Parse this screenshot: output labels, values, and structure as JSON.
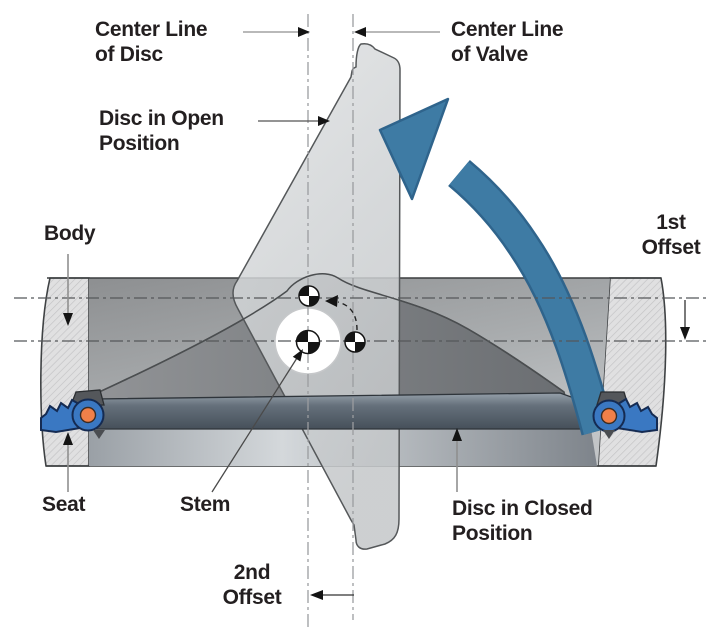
{
  "diagram": {
    "labels": {
      "center_line_of_disc": "Center Line\nof Disc",
      "center_line_of_valve": "Center Line\nof Valve",
      "disc_open": "Disc in Open\nPosition",
      "first_offset": "1st\nOffset",
      "body": "Body",
      "seat": "Seat",
      "stem": "Stem",
      "disc_closed": "Disc in Closed\nPosition",
      "second_offset": "2nd\nOffset"
    },
    "icons": {
      "rotation_arrow": "curved-rotation-arrow",
      "center_mark": "quadrant-center-mark",
      "leader_arrowhead": "triangle-arrowhead"
    },
    "colors": {
      "label_text": "#231f20",
      "rotation_arrow_blue": "#3e7ba4",
      "rotation_arrow_edge": "#2f648c",
      "seat_blue": "#3a78c2",
      "seat_outline": "#152b52",
      "oring_orange": "#f08049",
      "open_disc_gray": "#d3d5d7",
      "closed_disc_gray": "#75787b",
      "body_gray": "#e0e0e1",
      "line_dark": "#3f4244"
    }
  }
}
